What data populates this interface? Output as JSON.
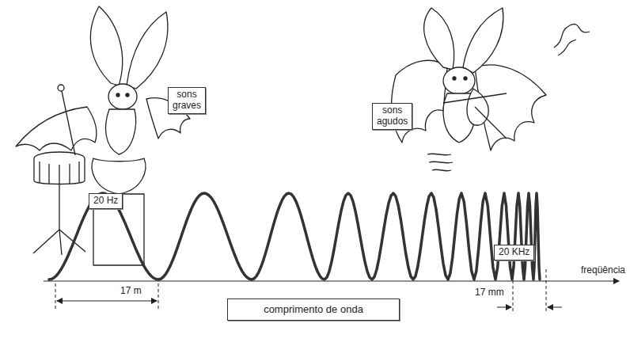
{
  "diagram": {
    "nodes": [
      {
        "text": [
          "sons graves"
        ]
      },
      {
        "text": [
          "sons agudos"
        ]
      },
      {
        "text": [
          "20 Hz"
        ]
      },
      {
        "text": [
          "20 KHz"
        ]
      },
      {
        "text": [
          "comprimento de onda"
        ]
      }
    ],
    "labels": [
      "17 m",
      "17 mm",
      "freqüência"
    ]
  }
}
